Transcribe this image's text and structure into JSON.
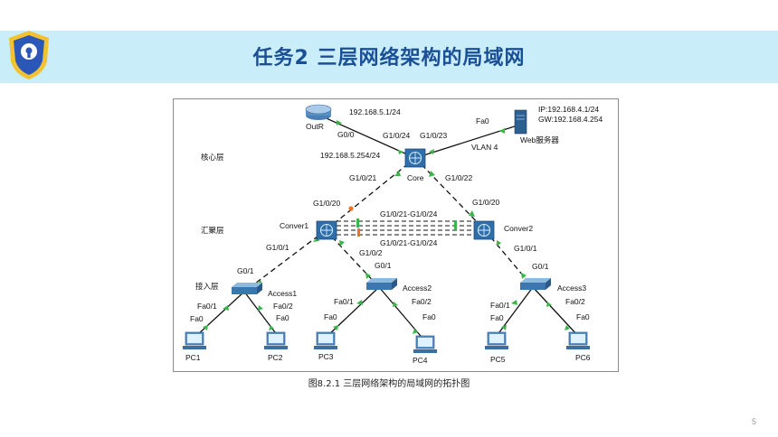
{
  "slide": {
    "title": "任务2  三层网络架构的局域网",
    "caption": "图8.2.1  三层网络架构的局域网的拓扑图",
    "page_number": "5"
  },
  "logo": {
    "icon": "shield-keyhole-icon",
    "colors": {
      "outer": "#2b57b8",
      "inner": "#f2c230"
    }
  },
  "colors": {
    "banner": "#c9eef9",
    "title": "#1a4f96",
    "link": "#111111",
    "port_up": "#3bb54a",
    "port_blocked": "#e8742a"
  },
  "diagram": {
    "layers": {
      "core": "核心层",
      "distribution": "汇聚层",
      "access": "接入层"
    },
    "devices": {
      "router": "OutR",
      "core": "Core",
      "server": "Web服务器",
      "conver1": "Conver1",
      "conver2": "Conver2",
      "access1": "Access1",
      "access2": "Access2",
      "access3": "Access3",
      "pc1": "PC1",
      "pc2": "PC2",
      "pc3": "PC3",
      "pc4": "PC4",
      "pc5": "PC5",
      "pc6": "PC6"
    },
    "labels": {
      "outr_ip": "192.168.5.1/24",
      "outr_port": "G0/0",
      "core_g1_0_24": "G1/0/24",
      "core_g1_0_23": "G1/0/23",
      "core_ip": "192.168.5.254/24",
      "server_ip": "IP:192.168.4.1/24",
      "server_gw": "GW:192.168.4.254",
      "server_port": "Fa0",
      "vlan": "VLAN 4",
      "core_g1_0_21": "G1/0/21",
      "core_g1_0_22": "G1/0/22",
      "c1_g1_0_20": "G1/0/20",
      "c2_g1_0_20": "G1/0/20",
      "trunk_top": "G1/0/21-G1/0/24",
      "trunk_bottom": "G1/0/21-G1/0/24",
      "c1_g1_0_1": "G1/0/1",
      "c1_g1_0_2": "G1/0/2",
      "c2_g1_0_1": "G1/0/1",
      "a1_g0_1": "G0/1",
      "a2_g0_1": "G0/1",
      "a3_g0_1": "G0/1",
      "a1_fa0_1": "Fa0/1",
      "a1_fa0_2": "Fa0/2",
      "a2_fa0_1": "Fa0/1",
      "a2_fa0_2": "Fa0/2",
      "a3_fa0_1": "Fa0/1",
      "a3_fa0_2": "Fa0/2",
      "pc1_fa0": "Fa0",
      "pc2_fa0": "Fa0",
      "pc3_fa0": "Fa0",
      "pc4_fa0": "Fa0",
      "pc5_fa0": "Fa0",
      "pc6_fa0": "Fa0"
    }
  }
}
